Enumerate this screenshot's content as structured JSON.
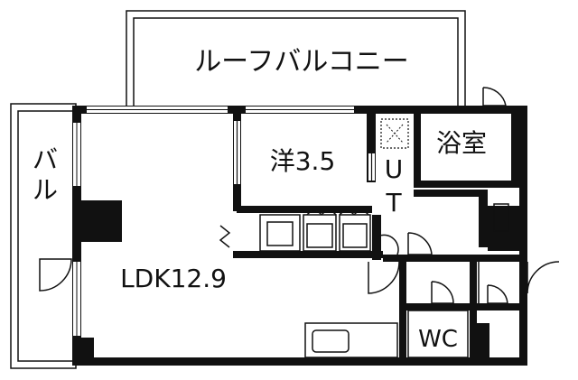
{
  "plan": {
    "rooms": {
      "roof_balcony": "ルーフバルコニー",
      "balcony_top": "バ",
      "balcony_bottom": "ル",
      "western_room": "洋3.5",
      "bath": "浴室",
      "utility_top": "U",
      "utility_bottom": "T",
      "ldk": "LDK12.9",
      "wc": "WC"
    }
  }
}
